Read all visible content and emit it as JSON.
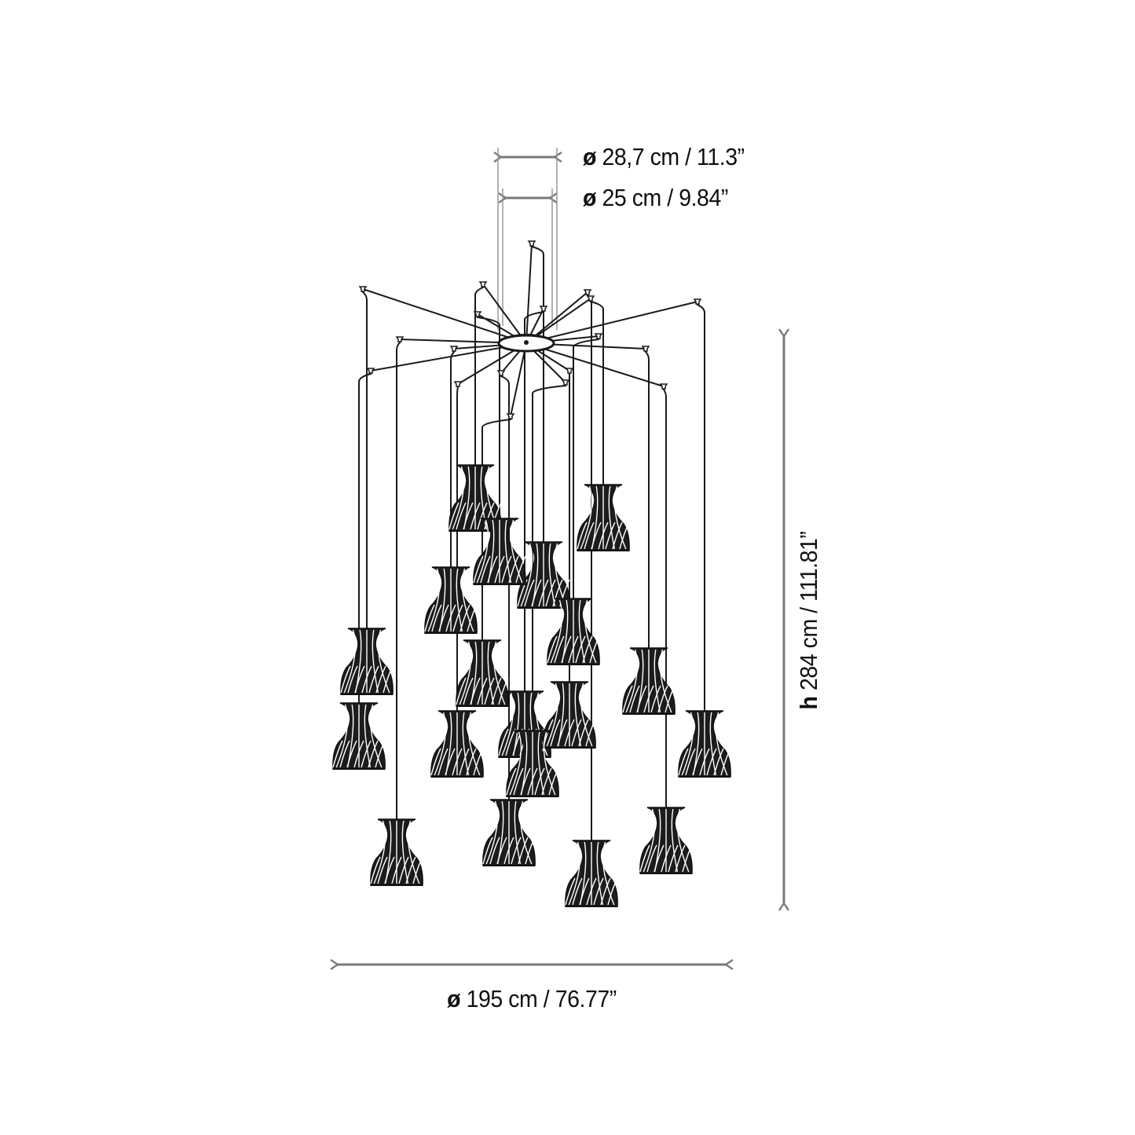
{
  "dimensions": {
    "canopy_outer": {
      "symbol": "ø",
      "value": "28,7 cm / 11.3”"
    },
    "canopy_inner": {
      "symbol": "ø",
      "value": "25 cm / 9.84”"
    },
    "height": {
      "symbol": "h",
      "value": "284 cm / 111.81”"
    },
    "width": {
      "symbol": "ø",
      "value": "195 cm / 76.77”"
    }
  },
  "product": {
    "pendant_count": 19
  },
  "colors": {
    "line": "#1a1a1a",
    "dimension": "#7a7a7a"
  }
}
